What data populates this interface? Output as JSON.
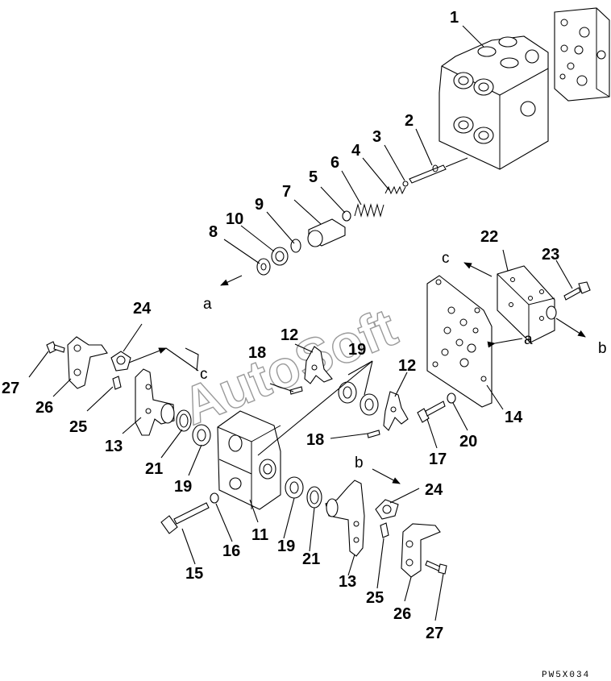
{
  "watermark": "AutoSoft",
  "drawing_code": "PW5X034",
  "callouts": {
    "c1": "1",
    "c2": "2",
    "c3": "3",
    "c4": "4",
    "c5": "5",
    "c6": "6",
    "c7": "7",
    "c8": "8",
    "c9": "9",
    "c10": "10",
    "c11": "11",
    "c12a": "12",
    "c12b": "12",
    "c13a": "13",
    "c13b": "13",
    "c14": "14",
    "c15": "15",
    "c16": "16",
    "c17": "17",
    "c18a": "18",
    "c18b": "18",
    "c19a": "19",
    "c19b": "19",
    "c19c": "19",
    "c20": "20",
    "c21a": "21",
    "c21b": "21",
    "c22": "22",
    "c23": "23",
    "c24a": "24",
    "c24b": "24",
    "c25a": "25",
    "c25b": "25",
    "c26a": "26",
    "c26b": "26",
    "c27a": "27",
    "c27b": "27"
  },
  "flow_markers": {
    "a1": "a",
    "a2": "a",
    "b1": "b",
    "b2": "b",
    "c1": "c",
    "c2": "c"
  }
}
